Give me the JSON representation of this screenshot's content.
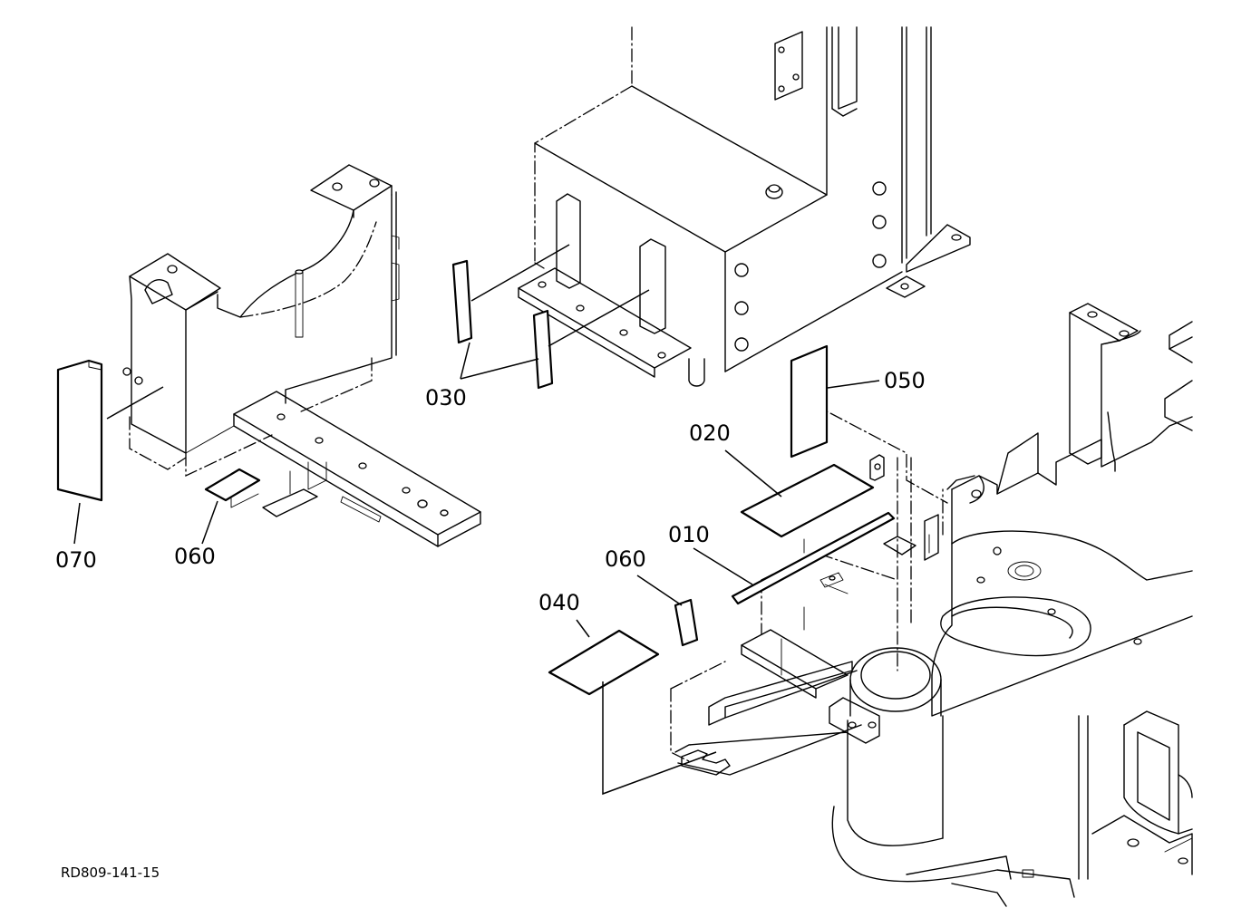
{
  "diagram": {
    "callouts": {
      "p010": "010",
      "p020": "020",
      "p030": "030",
      "p040": "040",
      "p050": "050",
      "p060_left": "060",
      "p060_right": "060",
      "p070": "070"
    },
    "drawing_number": "RD809-141-15"
  }
}
